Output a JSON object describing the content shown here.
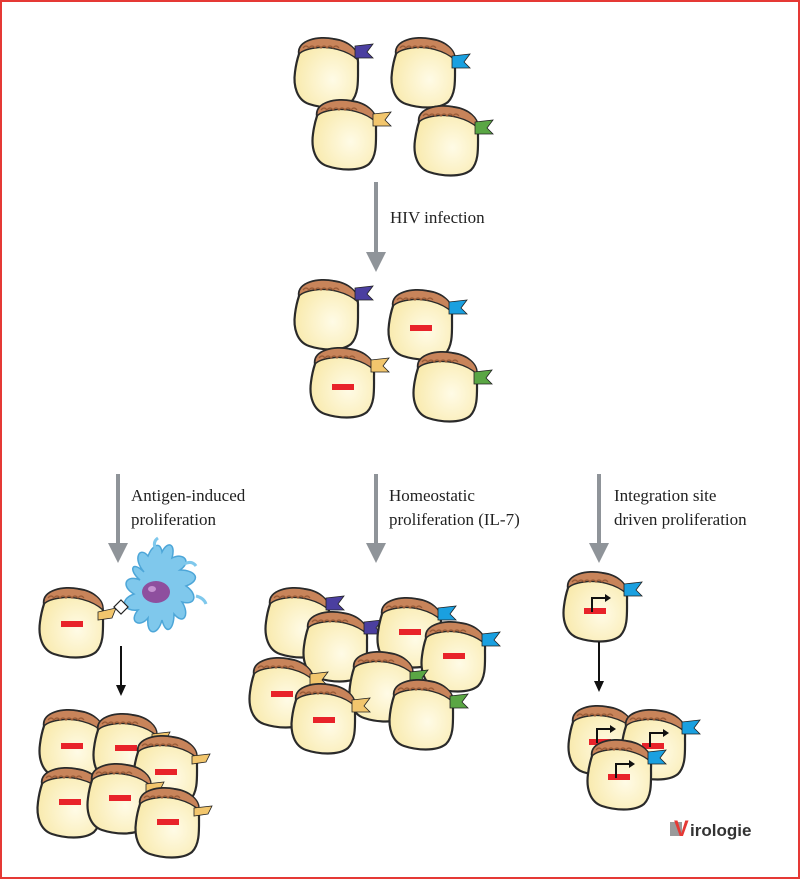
{
  "labels": {
    "hiv_infection": "HIV infection",
    "antigen_line1": "Antigen-induced",
    "antigen_line2": "proliferation",
    "homeo_line1": "Homeostatic",
    "homeo_line2": "proliferation (IL-7)",
    "integration_line1": "Integration site",
    "integration_line2": "driven proliferation"
  },
  "logo": {
    "initial": "V",
    "rest": "irologie"
  },
  "colors": {
    "border": "#e53935",
    "cell_fill": "#fbeeb0",
    "cell_cap": "#c8845a",
    "provirus": "#e8232a",
    "arrow_gray": "#8f9499",
    "dendritic": "#7fc8ec",
    "dendritic_nucleus": "#8e4f9e",
    "tcr_purple": "#4b3fa0",
    "tcr_blue": "#1aa0e0",
    "tcr_yellow": "#f2c66d",
    "tcr_green": "#5aa644"
  },
  "icons": [
    "t-cell-icon",
    "tcr-flag-icon",
    "provirus-icon",
    "promoter-arrow-icon",
    "dendritic-cell-icon",
    "antigen-icon"
  ]
}
